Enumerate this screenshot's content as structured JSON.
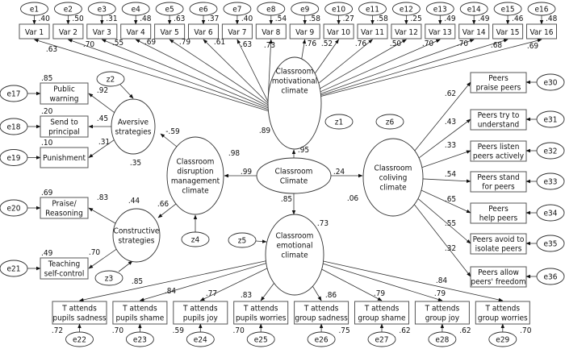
{
  "latents": {
    "classroom_climate": [
      "Classroom",
      "Climate"
    ],
    "motivational": [
      "Classroom",
      "motivational",
      "climate"
    ],
    "disruption": [
      "Classroom",
      "disruption",
      "management",
      "climate"
    ],
    "aversive": [
      "Aversive",
      "strategies"
    ],
    "constructive": [
      "Constructive",
      "strategies"
    ],
    "coliving": [
      "Classroom",
      "coliving",
      "climate"
    ],
    "emotional": [
      "Classroom",
      "emotional",
      "climate"
    ]
  },
  "disturbances": {
    "z1": "z1",
    "z2": "z2",
    "z3": "z3",
    "z4": "z4",
    "z5": "z5",
    "z6": "z6"
  },
  "structural_paths": {
    "cc_motivational": ".95",
    "cc_disruption": ".99",
    "cc_coliving": ".24",
    "cc_emotional": ".85",
    "disruption_aversive": "-.59",
    "disruption_constructive": ".66"
  },
  "r2_latent": {
    "motivational": ".89",
    "disruption": ".98",
    "coliving": ".06",
    "emotional": ".73",
    "aversive": ".35",
    "constructive": ".44"
  },
  "top_indicators": [
    {
      "label": "Var 1",
      "error": "e1",
      "r2": ".40",
      "loading": ".63"
    },
    {
      "label": "Var 2",
      "error": "e2",
      "r2": ".50",
      "loading": ".70"
    },
    {
      "label": "Var 3",
      "error": "e3",
      "r2": ".31",
      "loading": ".55"
    },
    {
      "label": "Var 4",
      "error": "e4",
      "r2": ".48",
      "loading": ".69"
    },
    {
      "label": "Var 5",
      "error": "e5",
      "r2": ".63",
      "loading": ".79"
    },
    {
      "label": "Var 6",
      "error": "e6",
      "r2": ".37",
      "loading": ".61"
    },
    {
      "label": "Var 7",
      "error": "e7",
      "r2": ".40",
      "loading": ".63"
    },
    {
      "label": "Var 8",
      "error": "e8",
      "r2": ".54",
      "loading": ".73"
    },
    {
      "label": "Var 9",
      "error": "e9",
      "r2": ".58",
      "loading": ".76"
    },
    {
      "label": "Var 10",
      "error": "e10",
      "r2": ".27",
      "loading": ".52"
    },
    {
      "label": "Var 11",
      "error": "e11",
      "r2": ".58",
      "loading": ".76"
    },
    {
      "label": "Var 12",
      "error": "e12",
      "r2": ".25",
      "loading": ".50"
    },
    {
      "label": "Var 13",
      "error": "e13",
      "r2": ".49",
      "loading": ".70"
    },
    {
      "label": "Var 14",
      "error": "e14",
      "r2": ".49",
      "loading": ".70"
    },
    {
      "label": "Var 15",
      "error": "e15",
      "r2": ".46",
      "loading": ".68"
    },
    {
      "label": "Var 16",
      "error": "e16",
      "r2": ".48",
      "loading": ".69"
    }
  ],
  "left_indicators": [
    {
      "label": [
        "Public",
        "warning"
      ],
      "error": "e17",
      "r2": ".85",
      "loading": ".92"
    },
    {
      "label": [
        "Send to",
        "principal"
      ],
      "error": "e18",
      "r2": ".20",
      "loading": ".45"
    },
    {
      "label": [
        "Punishment"
      ],
      "error": "e19",
      "r2": ".10",
      "loading": ".31"
    },
    {
      "label": [
        "Praise/",
        "Reasoning"
      ],
      "error": "e20",
      "r2": ".69",
      "loading": ".83"
    },
    {
      "label": [
        "Teaching",
        "self-control"
      ],
      "error": "e21",
      "r2": ".49",
      "loading": ".70"
    }
  ],
  "right_indicators": [
    {
      "label": [
        "Peers",
        "praise peers"
      ],
      "error": "e30",
      "loading": ".62"
    },
    {
      "label": [
        "Peers try to",
        "understand"
      ],
      "error": "e31",
      "loading": ".43"
    },
    {
      "label": [
        "Peers listen",
        "peers actively"
      ],
      "error": "e32",
      "loading": ".33"
    },
    {
      "label": [
        "Peers stand",
        "for peers"
      ],
      "error": "e33",
      "loading": ".54"
    },
    {
      "label": [
        "Peers",
        "help peers"
      ],
      "error": "e34",
      "loading": ".65"
    },
    {
      "label": [
        "Peers avoid to",
        "isolate peers"
      ],
      "error": "e35",
      "loading": ".55"
    },
    {
      "label": [
        "Peers allow",
        "peers' freedom"
      ],
      "error": "e36",
      "loading": ".32"
    }
  ],
  "bottom_indicators": [
    {
      "label": [
        "T attends",
        "pupils sadness"
      ],
      "error": "e22",
      "r2": ".72",
      "loading": ".85"
    },
    {
      "label": [
        "T attends",
        "pupils shame"
      ],
      "error": "e23",
      "r2": ".70",
      "loading": ".84"
    },
    {
      "label": [
        "T attends",
        "pupils joy"
      ],
      "error": "e24",
      "r2": ".59",
      "loading": ".77"
    },
    {
      "label": [
        "T attends",
        "pupils worries"
      ],
      "error": "e25",
      "r2": ".70",
      "loading": ".83"
    },
    {
      "label": [
        "T attends",
        "group sadness"
      ],
      "error": "e26",
      "r2": ".75",
      "loading": ".86"
    },
    {
      "label": [
        "T attends",
        "group shame"
      ],
      "error": "e27",
      "r2": ".62",
      "loading": ".79"
    },
    {
      "label": [
        "T attends",
        "group joy"
      ],
      "error": "e28",
      "r2": ".62",
      "loading": ".79"
    },
    {
      "label": [
        "T attends",
        "group worries"
      ],
      "error": "e29",
      "r2": ".70",
      "loading": ".84"
    }
  ]
}
